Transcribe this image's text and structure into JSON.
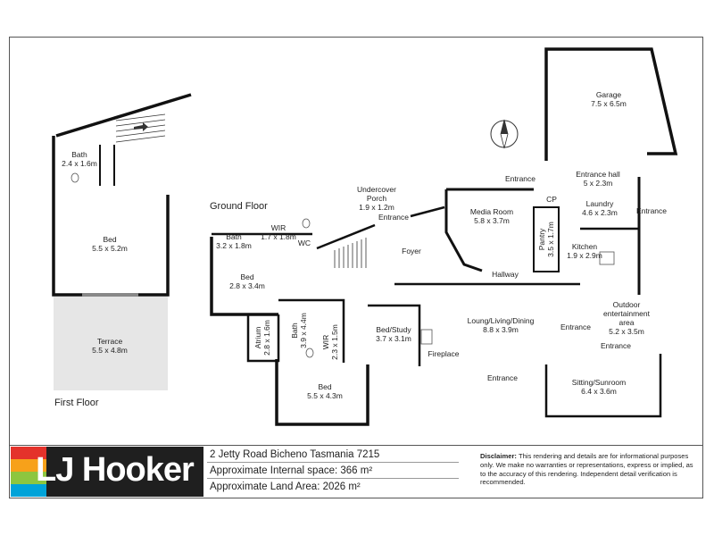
{
  "headings": {
    "ground_floor": "Ground Floor",
    "first_floor": "First Floor"
  },
  "rooms": {
    "garage": {
      "name": "Garage",
      "size": "7.5 x 6.5m"
    },
    "entrance_hall": {
      "name": "Entrance hall",
      "size": "5 x 2.3m"
    },
    "laundry": {
      "name": "Laundry",
      "size": "4.6 x 2.3m"
    },
    "cp": {
      "name": "CP"
    },
    "media_room": {
      "name": "Media Room",
      "size": "5.8 x 3.7m"
    },
    "pantry": {
      "name": "Pantry",
      "size": "3.5 x 1.7m"
    },
    "kitchen": {
      "name": "Kitchen",
      "size": "1.9 x 2.9m"
    },
    "outdoor": {
      "name1": "Outdoor",
      "name2": "entertainment",
      "name3": "area",
      "size": "5.2 x 3.5m"
    },
    "undercover_porch": {
      "name1": "Undercover",
      "name2": "Porch",
      "size": "1.9 x 1.2m"
    },
    "foyer": {
      "name": "Foyer"
    },
    "hallway": {
      "name": "Hallway"
    },
    "living": {
      "name": "Loung/Living/Dining",
      "size": "8.8 x 3.9m"
    },
    "bed_study": {
      "name": "Bed/Study",
      "size": "3.7 x 3.1m"
    },
    "sitting": {
      "name": "Sitting/Sunroom",
      "size": "6.4 x 3.6m"
    },
    "gf_bath": {
      "name": "Bath",
      "size": "3.2 x 1.8m"
    },
    "gf_wir": {
      "name": "WIR",
      "size": "1.7 x 1.8m"
    },
    "wc": {
      "name": "WC"
    },
    "gf_bed1": {
      "name": "Bed",
      "size": "2.8 x 3.4m"
    },
    "atrium": {
      "name": "Atrium",
      "size": "2.8 x 1.6m"
    },
    "gf_bath2": {
      "name": "Bath",
      "size": "3.9 x 4.4m"
    },
    "gf_wir2": {
      "name": "WIR",
      "size": "2.3 x 1.5m"
    },
    "gf_bed2": {
      "name": "Bed",
      "size": "5.5 x 4.3m"
    },
    "ff_bath": {
      "name": "Bath",
      "size": "2.4 x 1.6m"
    },
    "ff_bed": {
      "name": "Bed",
      "size": "5.5 x 5.2m"
    },
    "terrace": {
      "name": "Terrace",
      "size": "5.5 x 4.8m"
    }
  },
  "markers": {
    "entrance": "Entrance",
    "fireplace": "Fireplace"
  },
  "footer": {
    "brand": "LJ Hooker",
    "brand_colors": [
      "#e4322b",
      "#f7a11a",
      "#8dc63f",
      "#00a3d9"
    ],
    "address": "2 Jetty Road Bicheno Tasmania 7215",
    "internal_space": "Approximate Internal space: 366 m²",
    "land_area": "Approximate Land Area: 2026 m²",
    "disclaimer_title": "Disclaimer:",
    "disclaimer_text": "This rendering and details are for informational purposes only. We make no warranties or representations, express or implied, as to the accuracy of this rendering. Independent detail verification is recommended."
  }
}
